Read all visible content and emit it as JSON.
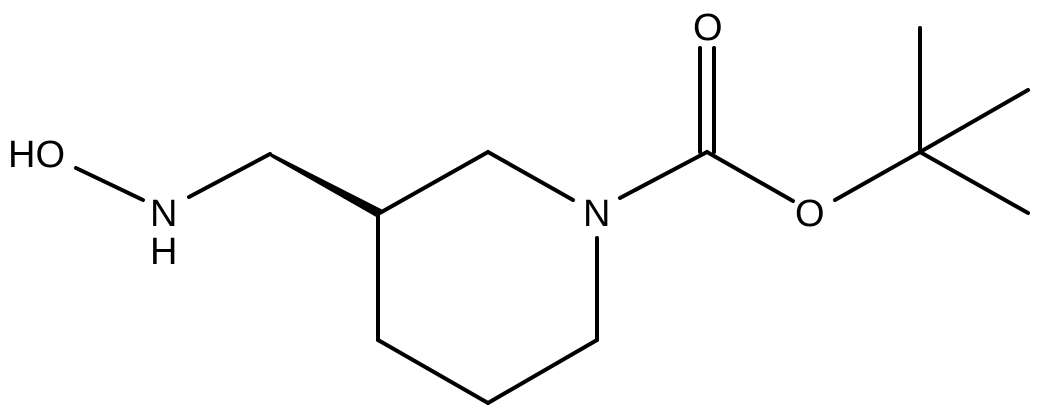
{
  "labels": {
    "hydroxyl": "HO",
    "amine_n": "N",
    "amine_h": "H",
    "ring_n": "N",
    "carbonyl_o": "O",
    "ester_o": "O"
  },
  "colors": {
    "background": "#ffffff",
    "ink": "#000000"
  }
}
